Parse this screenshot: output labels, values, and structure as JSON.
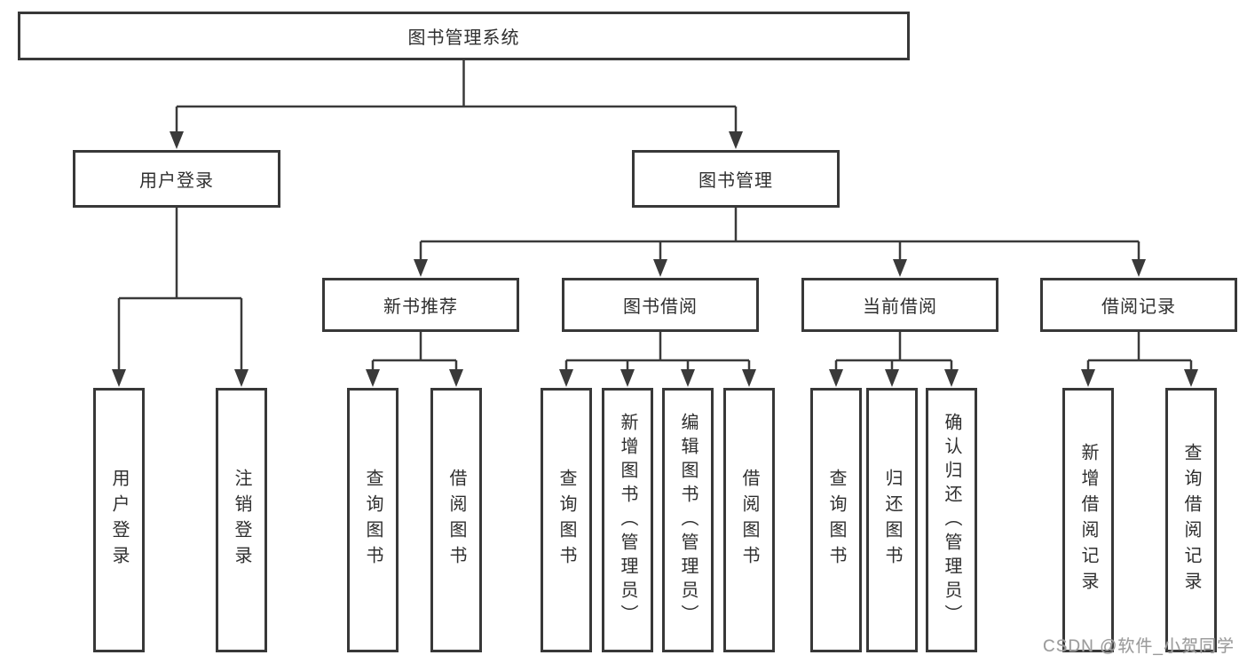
{
  "diagram": {
    "root": {
      "label": "图书管理系统"
    },
    "level2": [
      {
        "label": "用户登录"
      },
      {
        "label": "图书管理"
      }
    ],
    "level3": [
      {
        "label": "新书推荐"
      },
      {
        "label": "图书借阅"
      },
      {
        "label": "当前借阅"
      },
      {
        "label": "借阅记录"
      }
    ],
    "leaves": {
      "user_login": [
        "用户登录",
        "注销登录"
      ],
      "new_book": [
        "查询图书",
        "借阅图书"
      ],
      "book_borrow": [
        "查询图书",
        "新增图书（管理员）",
        "编辑图书（管理员）",
        "借阅图书"
      ],
      "current_borrow": [
        "查询图书",
        "归还图书",
        "确认归还（管理员）"
      ],
      "borrow_record": [
        "新增借阅记录",
        "查询借阅记录"
      ]
    }
  },
  "watermark": {
    "text": "CSDN @软件_小贺同学"
  },
  "colors": {
    "line": "#3a3a3a",
    "border": "#383838",
    "text": "#2f2f2f",
    "watermark": "#9b9b9b",
    "background": "#ffffff"
  }
}
